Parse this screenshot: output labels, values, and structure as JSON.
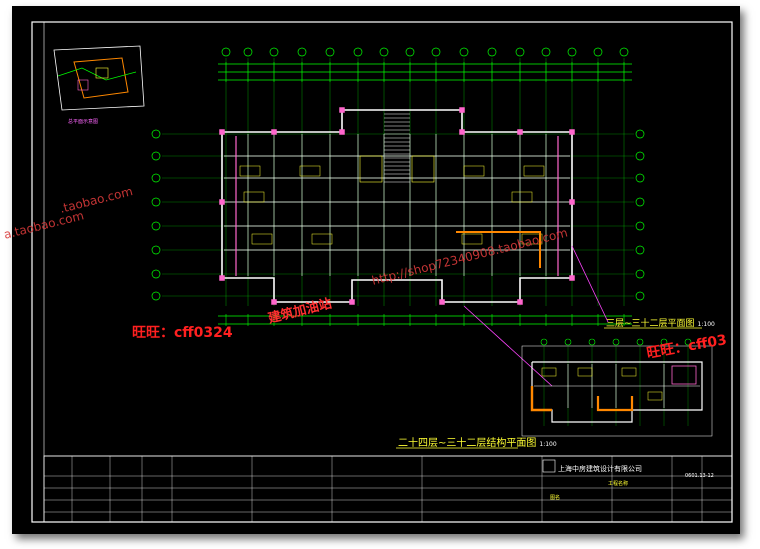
{
  "drawing": {
    "main_plan_title": "二十四层~三十二层结构平面图",
    "main_plan_scale": "1:100",
    "sub_plan_title": "三层~三十二层平面图",
    "sub_plan_scale": "1:100",
    "site_plan_label": "总平面示意图"
  },
  "title_block": {
    "company_name": "上海中房建筑设计有限公司",
    "drawing_number": "0601.13-12",
    "project_label": "工程名称",
    "sheet_label": "图名"
  },
  "watermarks": {
    "taobao_left": "a.taobao.com",
    "taobao_top": ".taobao.com",
    "shop_url": "http://shop72340908.taobao.com",
    "site_name": "建筑加油站",
    "wangwang_left": "旺旺：cff0324",
    "wangwang_right": "旺旺：cff03"
  },
  "colors": {
    "background": "#000000",
    "frame": "#ffffff",
    "wall": "#ffffff",
    "axis": "#00ff00",
    "text": "#ffff33",
    "column": "#ff66cc",
    "highlight": "#ff8800",
    "leader": "#ff44ff"
  }
}
